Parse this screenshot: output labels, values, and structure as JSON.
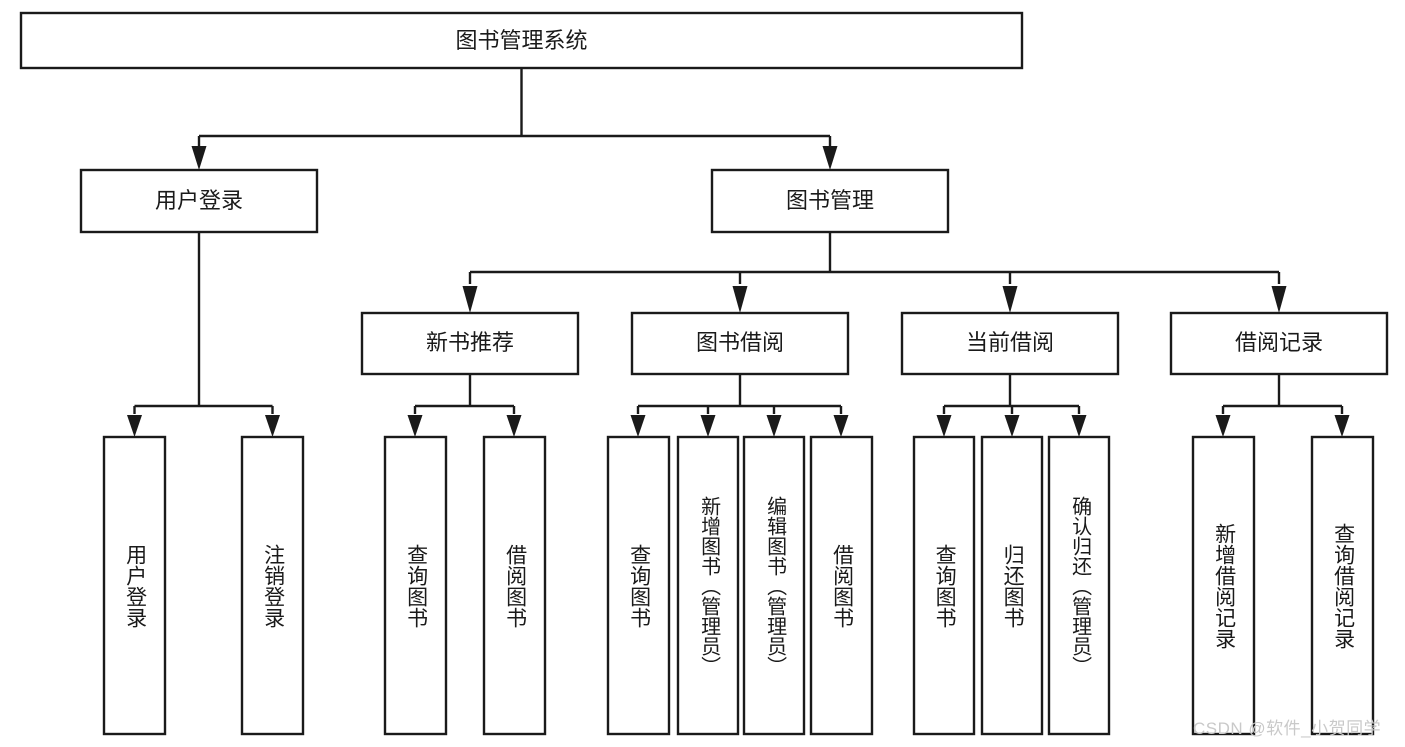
{
  "diagram": {
    "type": "tree",
    "title_node": "图书管理系统",
    "background": "#ffffff",
    "line_color": "#1a1a1a",
    "watermark": "CSDN @软件_小贺同学",
    "watermark_color": "#c9c9c9",
    "levels": {
      "root": {
        "label": "图书管理系统"
      },
      "level1": [
        {
          "label": "用户登录"
        },
        {
          "label": "图书管理"
        }
      ],
      "level2": [
        {
          "label": "新书推荐"
        },
        {
          "label": "图书借阅"
        },
        {
          "label": "当前借阅"
        },
        {
          "label": "借阅记录"
        }
      ],
      "leaves": {
        "user_login": [
          {
            "label": "用户登录"
          },
          {
            "label": "注销登录"
          }
        ],
        "new_book_recommend": [
          {
            "label": "查询图书"
          },
          {
            "label": "借阅图书"
          }
        ],
        "book_borrow": [
          {
            "label": "查询图书"
          },
          {
            "label": "新增图书（管理员）"
          },
          {
            "label": "编辑图书（管理员）"
          },
          {
            "label": "借阅图书"
          }
        ],
        "current_borrow": [
          {
            "label": "查询图书"
          },
          {
            "label": "归还图书"
          },
          {
            "label": "确认归还（管理员）"
          }
        ],
        "borrow_record": [
          {
            "label": "新增借阅记录"
          },
          {
            "label": "查询借阅记录"
          }
        ]
      }
    }
  }
}
